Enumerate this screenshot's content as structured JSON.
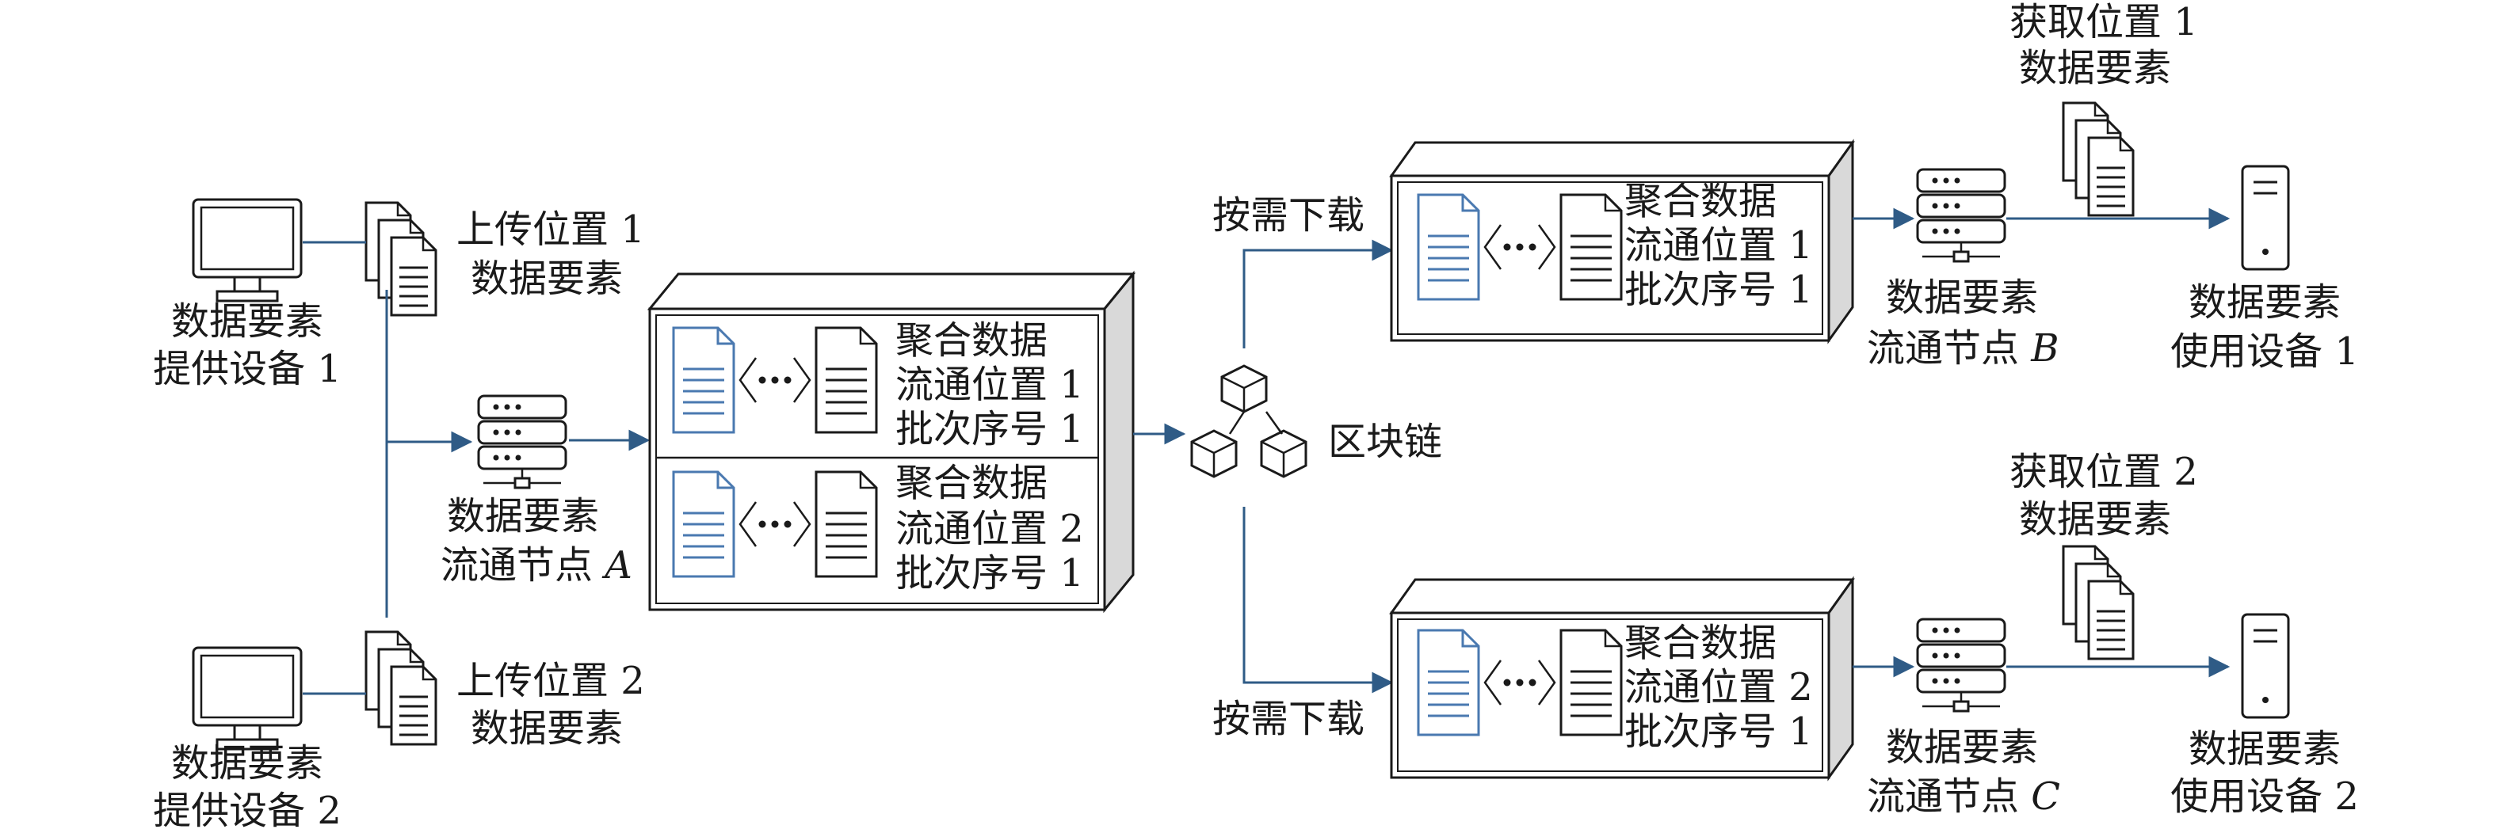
{
  "providers": [
    {
      "line1": "数据要素",
      "line2": "提供设备 1",
      "upload": {
        "line1": "上传位置 1",
        "line2": "数据要素"
      }
    },
    {
      "line1": "数据要素",
      "line2": "提供设备 2",
      "upload": {
        "line1": "上传位置 2",
        "line2": "数据要素"
      }
    }
  ],
  "node_a": {
    "line1": "数据要素",
    "line2_prefix": "流通节点 ",
    "letter": "A"
  },
  "central_store": {
    "rows": [
      {
        "line1": "聚合数据",
        "line2": "流通位置 1",
        "line3": "批次序号 1"
      },
      {
        "line1": "聚合数据",
        "line2": "流通位置 2",
        "line3": "批次序号 1"
      }
    ]
  },
  "blockchain": {
    "label": "区块链"
  },
  "download_label": "按需下载",
  "branches": [
    {
      "store": {
        "line1": "聚合数据",
        "line2": "流通位置 1",
        "line3": "批次序号 1"
      },
      "node": {
        "line1": "数据要素",
        "line2_prefix": "流通节点 ",
        "letter": "B"
      },
      "fetch": {
        "line1": "获取位置 1",
        "line2": "数据要素"
      },
      "device": {
        "line1": "数据要素",
        "line2": "使用设备 1"
      }
    },
    {
      "store": {
        "line1": "聚合数据",
        "line2": "流通位置 2",
        "line3": "批次序号 1"
      },
      "node": {
        "line1": "数据要素",
        "line2_prefix": "流通节点 ",
        "letter": "C"
      },
      "fetch": {
        "line1": "获取位置 2",
        "line2": "数据要素"
      },
      "device": {
        "line1": "数据要素",
        "line2": "使用设备 2"
      }
    }
  ],
  "colors": {
    "arrow": "#2f5b86",
    "doc_accent": "#4a79b0",
    "stroke": "#1a1a1a",
    "box_side": "#d9d9d9"
  }
}
